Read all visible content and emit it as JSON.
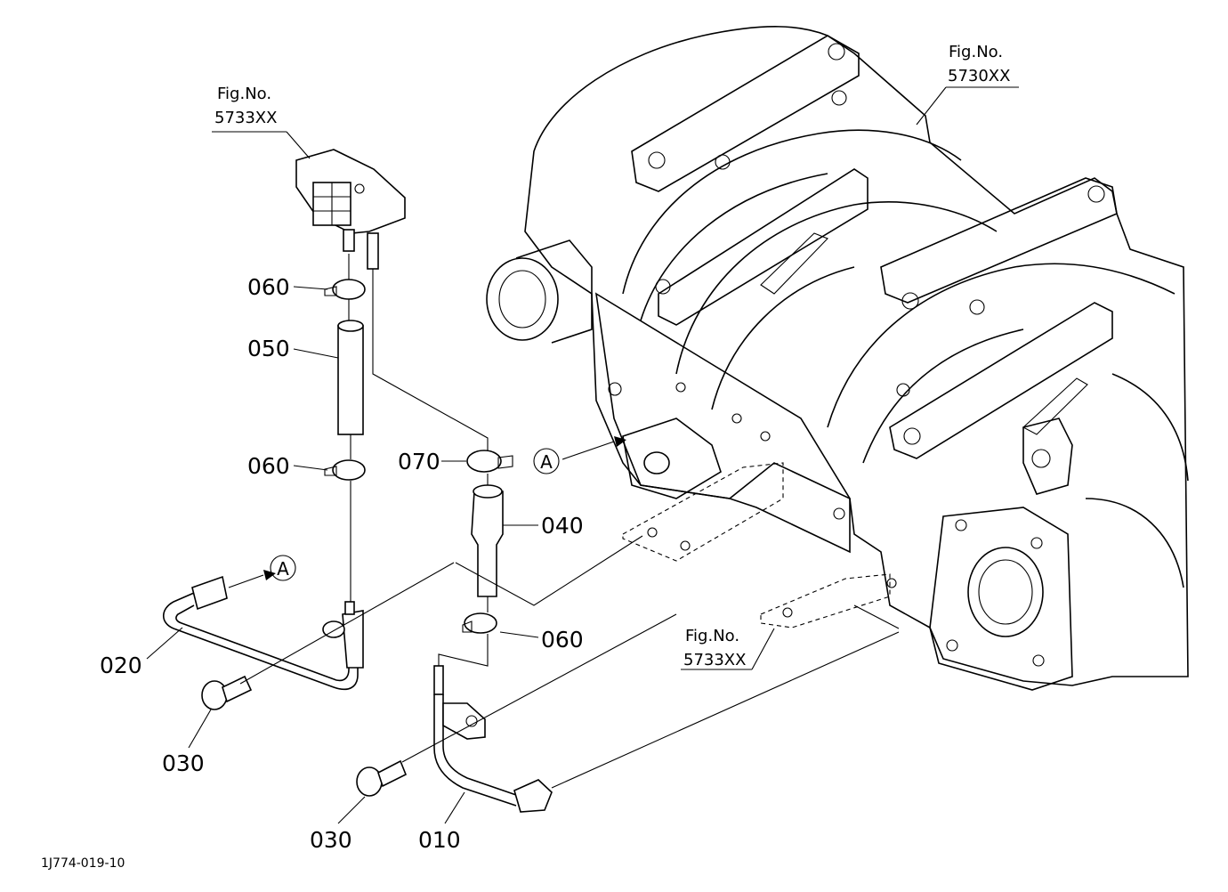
{
  "fig_refs": {
    "sensor_ref": {
      "label": "Fig.No.",
      "number": "5733XX"
    },
    "dpf_ref": {
      "label": "Fig.No.",
      "number": "5730XX"
    },
    "bracket_ref": {
      "label": "Fig.No.",
      "number": "5733XX"
    }
  },
  "parts": {
    "p060_top": "060",
    "p050": "050",
    "p060_mid": "060",
    "p070": "070",
    "p040": "040",
    "p060_low": "060",
    "p020": "020",
    "p030_left": "030",
    "p030_bottom": "030",
    "p010": "010"
  },
  "view_markers": {
    "marker_upper": "A",
    "marker_lower": "A"
  },
  "drawing_code": "1J774-019-10"
}
